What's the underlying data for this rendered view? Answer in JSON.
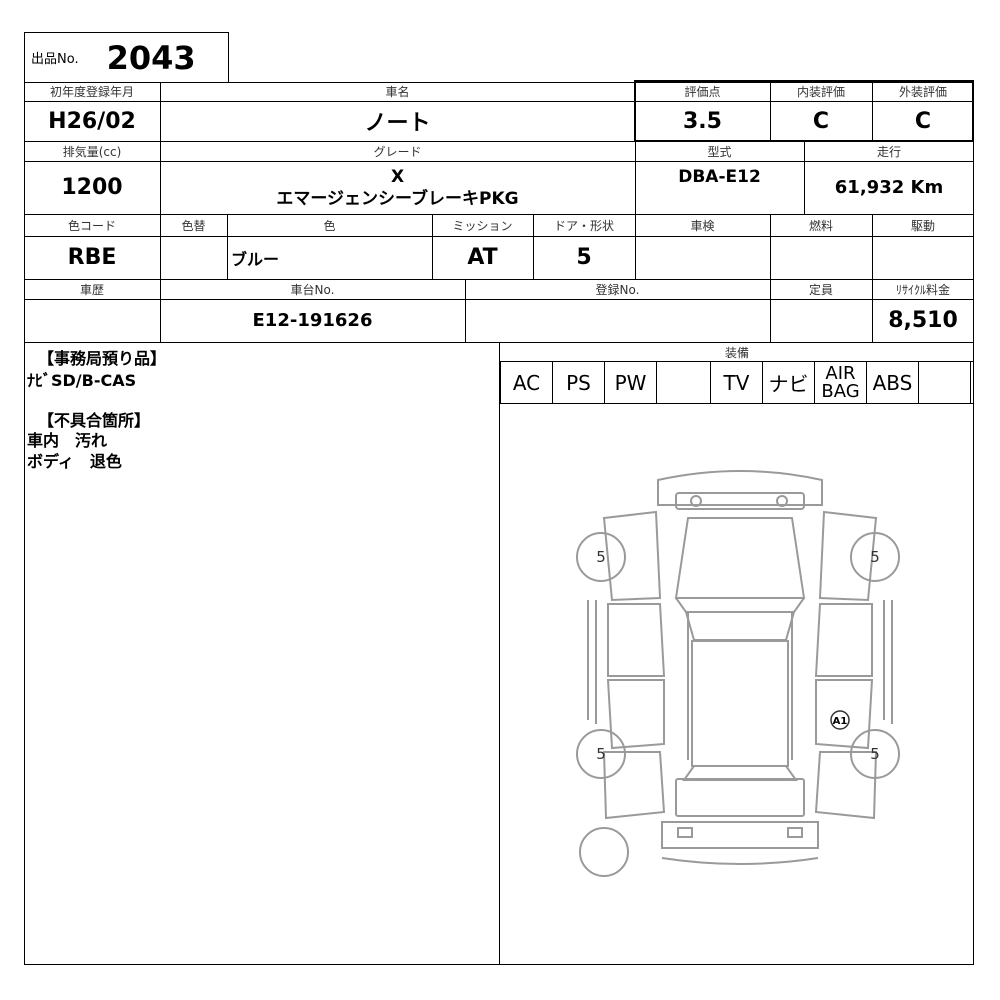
{
  "lot": {
    "label": "出品No.",
    "value": "2043"
  },
  "row1": {
    "first_reg_label": "初年度登録年月",
    "first_reg": "H26/02",
    "car_name_label": "車名",
    "car_name": "ノート",
    "score_label": "評価点",
    "score": "3.5",
    "interior_label": "内装評価",
    "interior": "C",
    "exterior_label": "外装評価",
    "exterior": "C"
  },
  "row2": {
    "displacement_label": "排気量(cc)",
    "displacement": "1200",
    "grade_label": "グレード",
    "grade_line1": "X",
    "grade_line2": "エマージェンシーブレーキPKG",
    "model_label": "型式",
    "model": "DBA-E12",
    "mileage_label": "走行",
    "mileage": "61,932 Km"
  },
  "row3": {
    "color_code_label": "色コード",
    "color_code": "RBE",
    "color_change_label": "色替",
    "color_change": "",
    "color_label": "色",
    "color": "ブルー",
    "mission_label": "ミッション",
    "mission": "AT",
    "doors_label": "ドア・形状",
    "doors": "5",
    "inspection_label": "車検",
    "inspection": "",
    "fuel_label": "燃料",
    "fuel": "",
    "drive_label": "駆動",
    "drive": ""
  },
  "row4": {
    "history_label": "車歴",
    "history": "",
    "chassis_label": "車台No.",
    "chassis": "E12-191626",
    "reg_no_label": "登録No.",
    "reg_no": "",
    "capacity_label": "定員",
    "capacity": "",
    "recycle_label": "ﾘｻｲｸﾙ料金",
    "recycle": "8,510"
  },
  "notes": {
    "office_header": "【事務局預り品】",
    "office_item": "ﾅﾋﾞSD/B-CAS",
    "defect_header": "【不具合箇所】",
    "defect_1": "車内　汚れ",
    "defect_2": "ボディ　退色"
  },
  "equipment": {
    "label": "装備",
    "items": [
      "AC",
      "PS",
      "PW",
      "",
      "TV",
      "ナビ",
      "AIR BAG",
      "ABS",
      ""
    ]
  },
  "diagram": {
    "tire_fl": "5",
    "tire_fr": "5",
    "tire_rl": "5",
    "tire_rr": "5",
    "damage_mark": "A1",
    "line_color": "#9a9a9a"
  }
}
